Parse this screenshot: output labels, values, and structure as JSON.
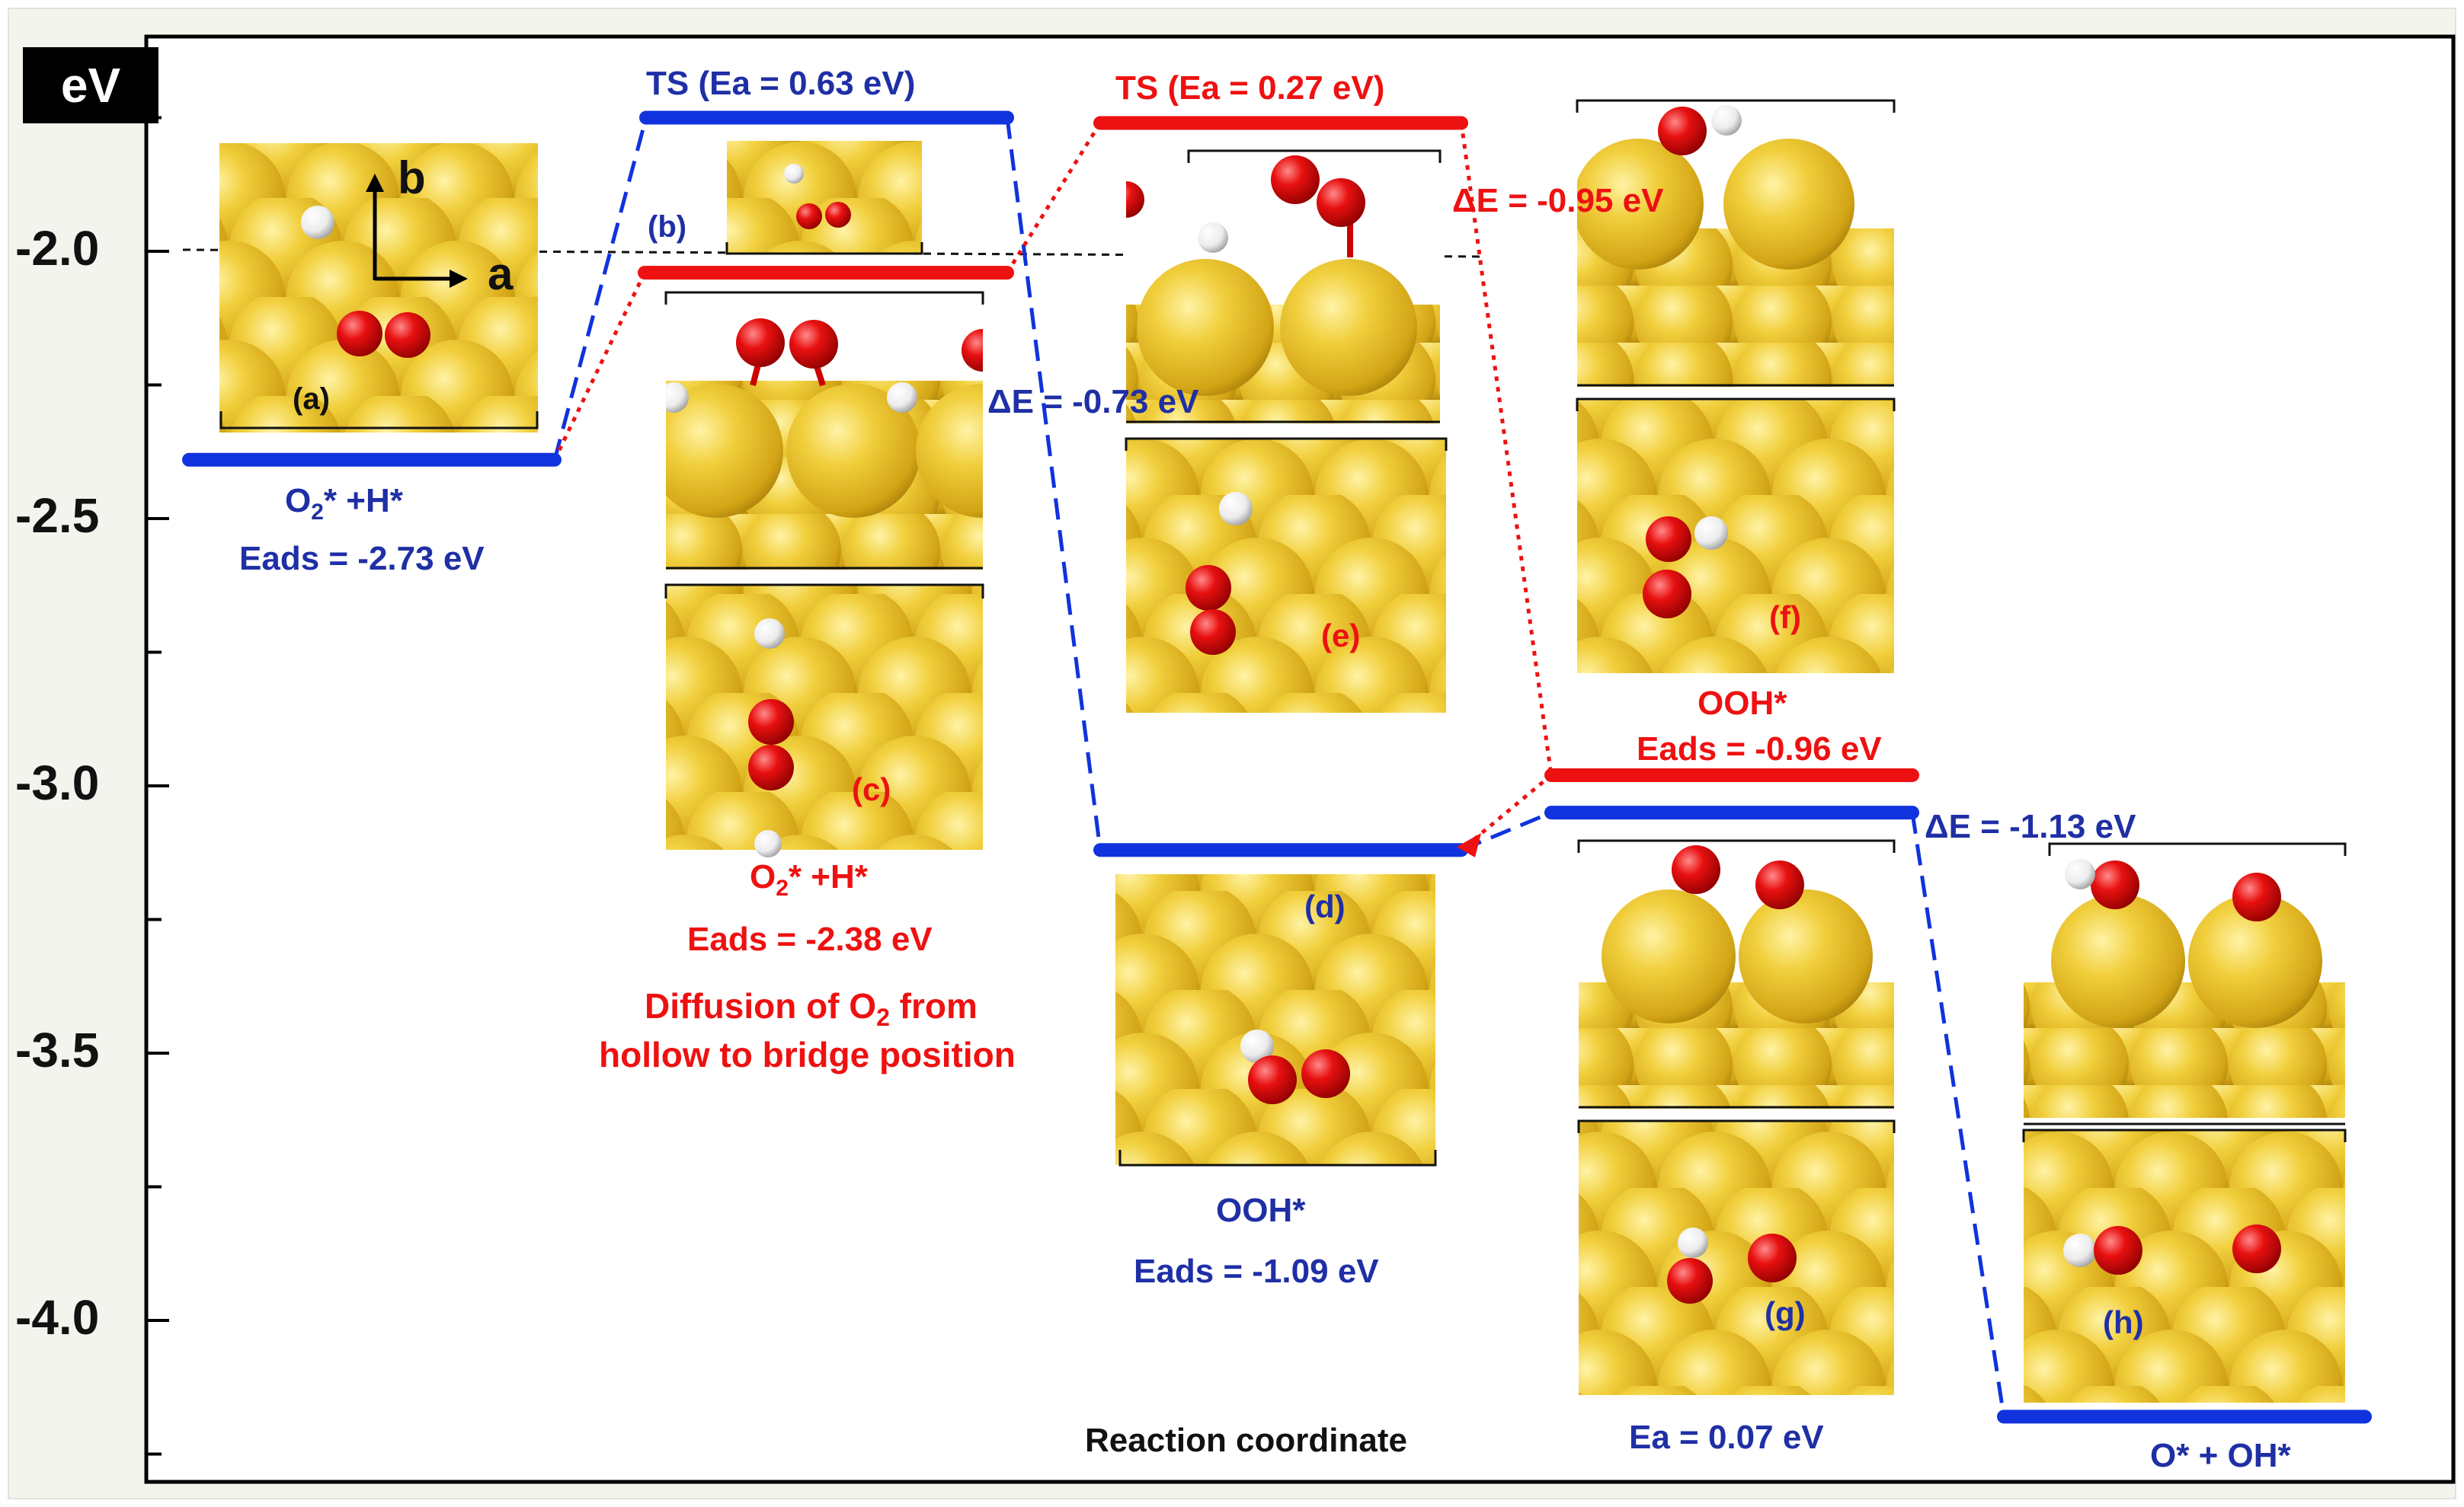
{
  "y_axis": {
    "unit": "eV",
    "ticks": [
      "-2.0",
      "-2.5",
      "-3.0",
      "-3.5",
      "-4.0"
    ],
    "tick_values": [
      -2.0,
      -2.5,
      -3.0,
      -3.5,
      -4.0
    ],
    "range": [
      -4.27,
      -1.6
    ]
  },
  "x_axis_label": "Reaction coordinate",
  "colors": {
    "blue_path": "#1033dd",
    "red_path": "#ee1111",
    "blue_text": "#1f2fa5",
    "red_text": "#ee1111",
    "gold_atom": "#e0b521",
    "oxygen_atom": "#e00000",
    "hydrogen_atom": "#f2f2f2"
  },
  "levels": [
    {
      "id": "a",
      "path": "blue",
      "energy": -2.39
    },
    {
      "id": "b",
      "path": "red",
      "energy": -2.04
    },
    {
      "id": "ts1",
      "path": "blue",
      "energy": -1.75
    },
    {
      "id": "ts2",
      "path": "red",
      "energy": -1.76
    },
    {
      "id": "d",
      "path": "blue",
      "energy": -3.12
    },
    {
      "id": "f",
      "path": "red",
      "energy": -2.98
    },
    {
      "id": "g",
      "path": "blue",
      "energy": -3.05
    },
    {
      "id": "h",
      "path": "blue",
      "energy": -4.18
    }
  ],
  "labels": {
    "ts_blue": "TS (Ea = 0.63 eV)",
    "ts_red": "TS (Ea = 0.27 eV)",
    "de_red": "ΔE = -0.95 eV",
    "de_blue1": "ΔE = -0.73 eV",
    "de_blue2": "ΔE = -1.13 eV",
    "a_species_main": "O",
    "a_species_sub": "2",
    "a_species_rest": "* +H*",
    "a_eads": "Eads = -2.73 eV",
    "c_species_main": "O",
    "c_species_sub": "2",
    "c_species_rest": "* +H*",
    "c_eads": "Eads = -2.38 eV",
    "diffusion_line1_main": "Diffusion of O",
    "diffusion_line1_sub": "2",
    "diffusion_line1_rest": " from",
    "diffusion_line2": "hollow to bridge position",
    "d_species": "OOH*",
    "d_eads": "Eads = -1.09 eV",
    "f_species": "OOH*",
    "f_eads": "Eads = -0.96 eV",
    "g_ea": "Ea = 0.07 eV",
    "h_species": "O* + OH*",
    "panel_a": "(a)",
    "panel_b": "(b)",
    "panel_c": "(c)",
    "panel_d": "(d)",
    "panel_e": "(e)",
    "panel_f": "(f)",
    "panel_g": "(g)",
    "panel_h": "(h)",
    "axis_b": "b",
    "axis_a": "a"
  }
}
